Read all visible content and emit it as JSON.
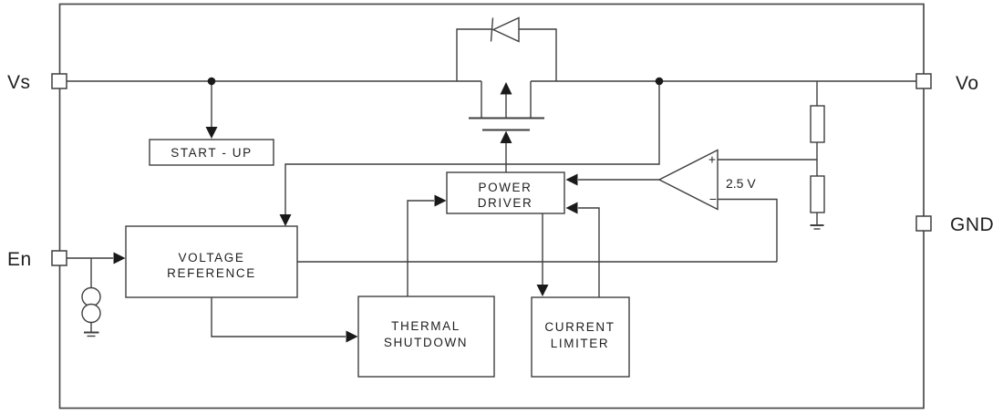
{
  "pins": {
    "vs": {
      "label": "Vs"
    },
    "en": {
      "label": "En"
    },
    "vo": {
      "label": "Vo"
    },
    "gnd": {
      "label": "GND"
    }
  },
  "blocks": {
    "start_up": {
      "label": "START - UP"
    },
    "voltage_reference": {
      "line1": "VOLTAGE",
      "line2": "REFERENCE"
    },
    "power_driver": {
      "line1": "POWER",
      "line2": "DRIVER"
    },
    "thermal_shutdown": {
      "line1": "THERMAL",
      "line2": "SHUTDOWN"
    },
    "current_limiter": {
      "line1": "CURRENT",
      "line2": "LIMITER"
    }
  },
  "error_amplifier": {
    "non_inverting_label": "+",
    "inverting_label": "−",
    "reference_voltage": "2.5 V"
  },
  "colors": {
    "wire": "#3f3f3f",
    "text": "#1f1f1f",
    "solid_marks": "#1a1a1a",
    "background": "#ffffff"
  }
}
